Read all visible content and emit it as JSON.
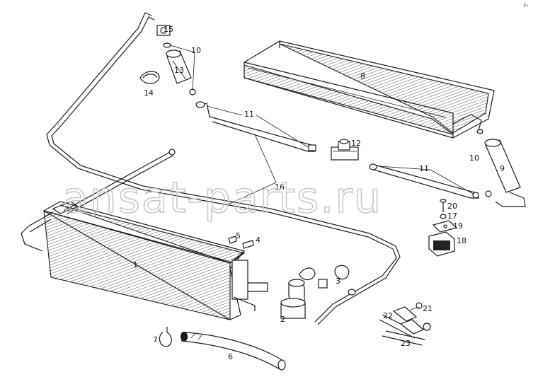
{
  "watermark": "ansat-parts.ru",
  "corner_mark": "r-",
  "parts": [
    {
      "id": "p1",
      "label": "1"
    },
    {
      "id": "p2",
      "label": "2"
    },
    {
      "id": "p3",
      "label": "3"
    },
    {
      "id": "p4",
      "label": "4"
    },
    {
      "id": "p5",
      "label": "5"
    },
    {
      "id": "p6",
      "label": "6"
    },
    {
      "id": "p7",
      "label": "7"
    },
    {
      "id": "p8",
      "label": "8"
    },
    {
      "id": "p9",
      "label": "9"
    },
    {
      "id": "p10a",
      "label": "10"
    },
    {
      "id": "p10b",
      "label": "10"
    },
    {
      "id": "p11a",
      "label": "11"
    },
    {
      "id": "p11b",
      "label": "11"
    },
    {
      "id": "p12",
      "label": "12"
    },
    {
      "id": "p13",
      "label": "13"
    },
    {
      "id": "p14",
      "label": "14"
    },
    {
      "id": "p15",
      "label": "15"
    },
    {
      "id": "p16",
      "label": "16"
    },
    {
      "id": "p17",
      "label": "17"
    },
    {
      "id": "p18",
      "label": "18"
    },
    {
      "id": "p19",
      "label": "19"
    },
    {
      "id": "p20",
      "label": "20"
    },
    {
      "id": "p21",
      "label": "21"
    },
    {
      "id": "p22",
      "label": "22"
    },
    {
      "id": "p23",
      "label": "23"
    }
  ]
}
